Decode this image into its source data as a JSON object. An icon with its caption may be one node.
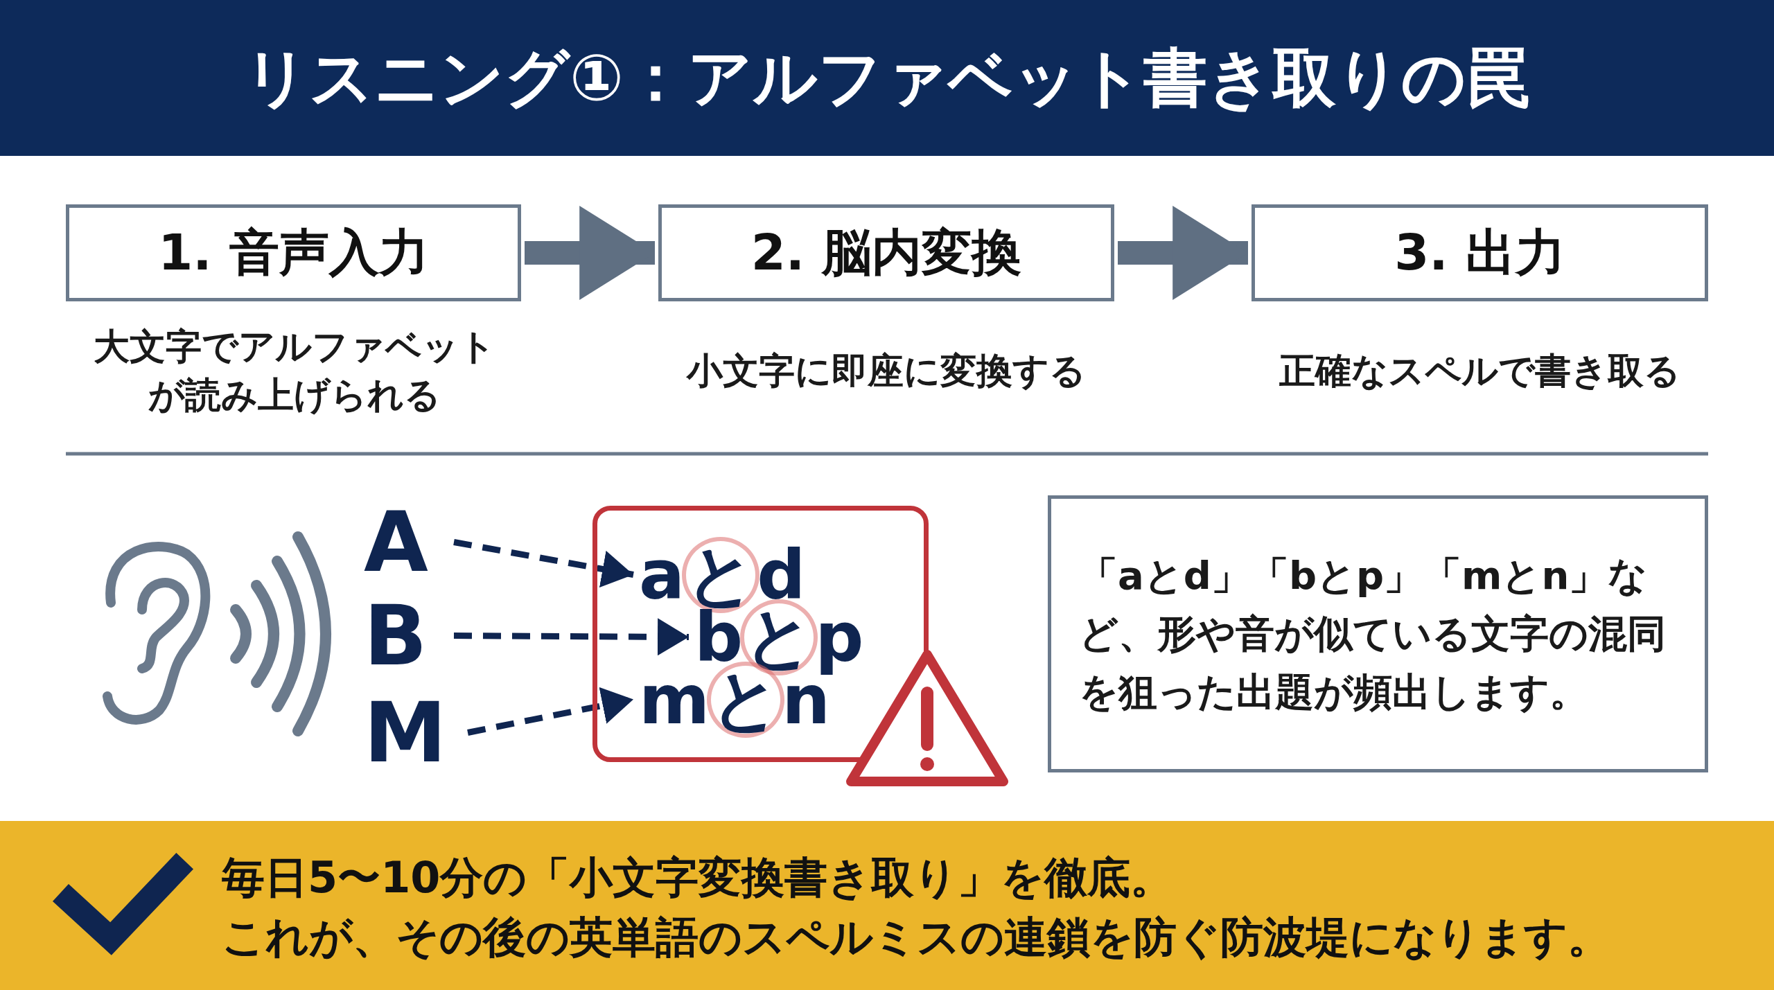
{
  "diagram": {
    "title": "リスニング①：アルファベット書き取りの罠",
    "nodes": [
      {
        "text": [
          "1. 音声入力"
        ],
        "beside": [
          "大文字でアルファベットが読み上げられる"
        ]
      },
      {
        "text": [
          "2. 脳内変換"
        ],
        "beside": [
          "小文字に即座に変換する"
        ]
      },
      {
        "text": [
          "3. 出力"
        ],
        "beside": [
          "正確なスペルで書き取る"
        ]
      },
      {
        "text": [
          "A"
        ]
      },
      {
        "text": [
          "B"
        ]
      },
      {
        "text": [
          "M"
        ]
      },
      {
        "text": [],
        "shape": "box"
      },
      {
        "text": [
          "aとd"
        ],
        "in": 6
      },
      {
        "text": [
          "bとp"
        ],
        "in": 6
      },
      {
        "text": [
          "mとn"
        ],
        "in": 6
      },
      {
        "text": [
          "「aとd」「bとp」「mとn」など、形や音が似ている文字の混同を狙った出題が頻出します。"
        ]
      },
      {
        "text": [
          "毎日5〜10分の「小文字変換書き取り」を徹底。",
          "これが、その後の英単語のスペルミスの連鎖を防ぐ防波堤になります。"
        ]
      }
    ],
    "edges": [
      {
        "from": 0,
        "to": 1,
        "arrow": "to",
        "style": "thick"
      },
      {
        "from": 1,
        "to": 2,
        "arrow": "to",
        "style": "thick"
      },
      {
        "from": 3,
        "to": 7,
        "arrow": "to",
        "style": "dashed"
      },
      {
        "from": 4,
        "to": 8,
        "arrow": "to",
        "style": "dashed"
      },
      {
        "from": 5,
        "to": 9,
        "arrow": "to",
        "style": "dashed"
      }
    ]
  }
}
